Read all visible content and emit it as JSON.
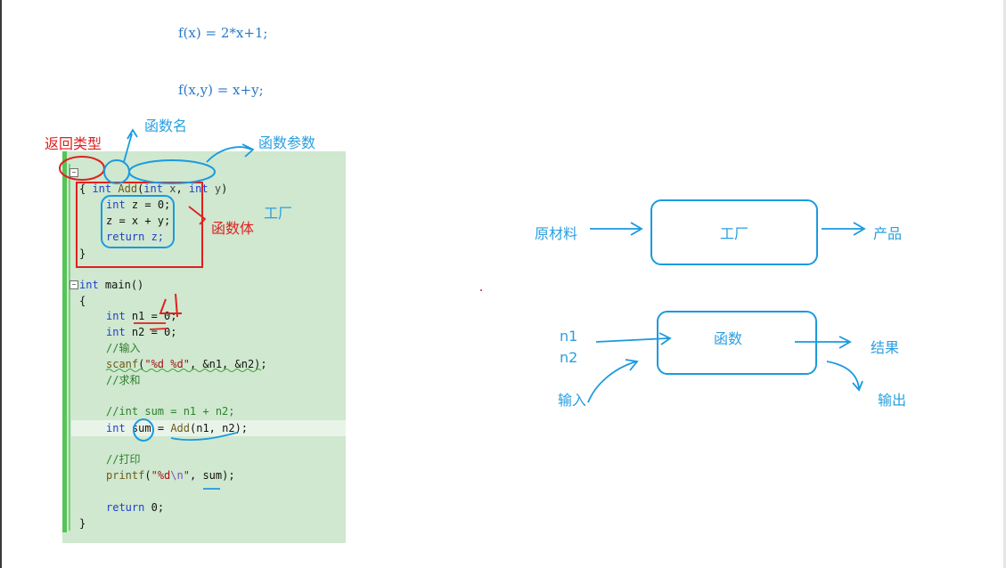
{
  "formulas": {
    "f1": "f(x) = 2*x+1;",
    "f2": "f(x,y) = x+y;"
  },
  "code": {
    "add_signature": {
      "ret": "int",
      "name": "Add",
      "open": "(",
      "p1_type": "int",
      "p1_name": "x",
      "sep": ",",
      "p2_type": "int",
      "p2_name": "y",
      "close": ")"
    },
    "brace_open": "{",
    "brace_close": "}",
    "body_line1": {
      "kw": "int",
      "rest": "z = 0;"
    },
    "body_line2": "z = x + y;",
    "body_line3": "return z;",
    "main_signature": {
      "ret": "int",
      "rest": "main()"
    },
    "main_lines": {
      "n1_kw": "int",
      "n1_rest": "n1 = 0;",
      "n2_kw": "int",
      "n2_rest": "n2 = 0;",
      "comment_input": "//输入",
      "scanf_fn": "scanf",
      "scanf_open": "(",
      "scanf_str": "\"%d %d\"",
      "scanf_rest": ", &n1, &n2);",
      "comment_sum": "//求和",
      "comment_int_sum": "//int sum = n1 + n2;",
      "sum_kw": "int",
      "sum_var": "sum",
      "sum_eq": "=",
      "sum_fn": "Add",
      "sum_args": "(n1, n2);",
      "comment_print": "//打印",
      "printf_fn": "printf",
      "printf_open": "(",
      "printf_str_a": "\"%d",
      "printf_esc": "\\n",
      "printf_str_b": "\"",
      "printf_rest_a": ",",
      "printf_sum": "sum",
      "printf_rest_b": ");",
      "return_kw": "return",
      "return_rest": "0;"
    },
    "fold_glyph": "−"
  },
  "annotations": {
    "return_type": "返回类型",
    "function_name": "函数名",
    "function_params": "函数参数",
    "function_body": "函数体",
    "factory_side": "工厂",
    "scribble_four": "4"
  },
  "diagram1": {
    "input": "原材料",
    "box": "工厂",
    "output": "产品"
  },
  "diagram2": {
    "n1": "n1",
    "n2": "n2",
    "input_label": "输入",
    "box": "函数",
    "result": "结果",
    "output_label": "输出"
  },
  "colors": {
    "ink_red": "#e02020",
    "ink_blue": "#1a9ae0",
    "code_bg": "#cfe8cf",
    "formula": "#2a79c9"
  }
}
